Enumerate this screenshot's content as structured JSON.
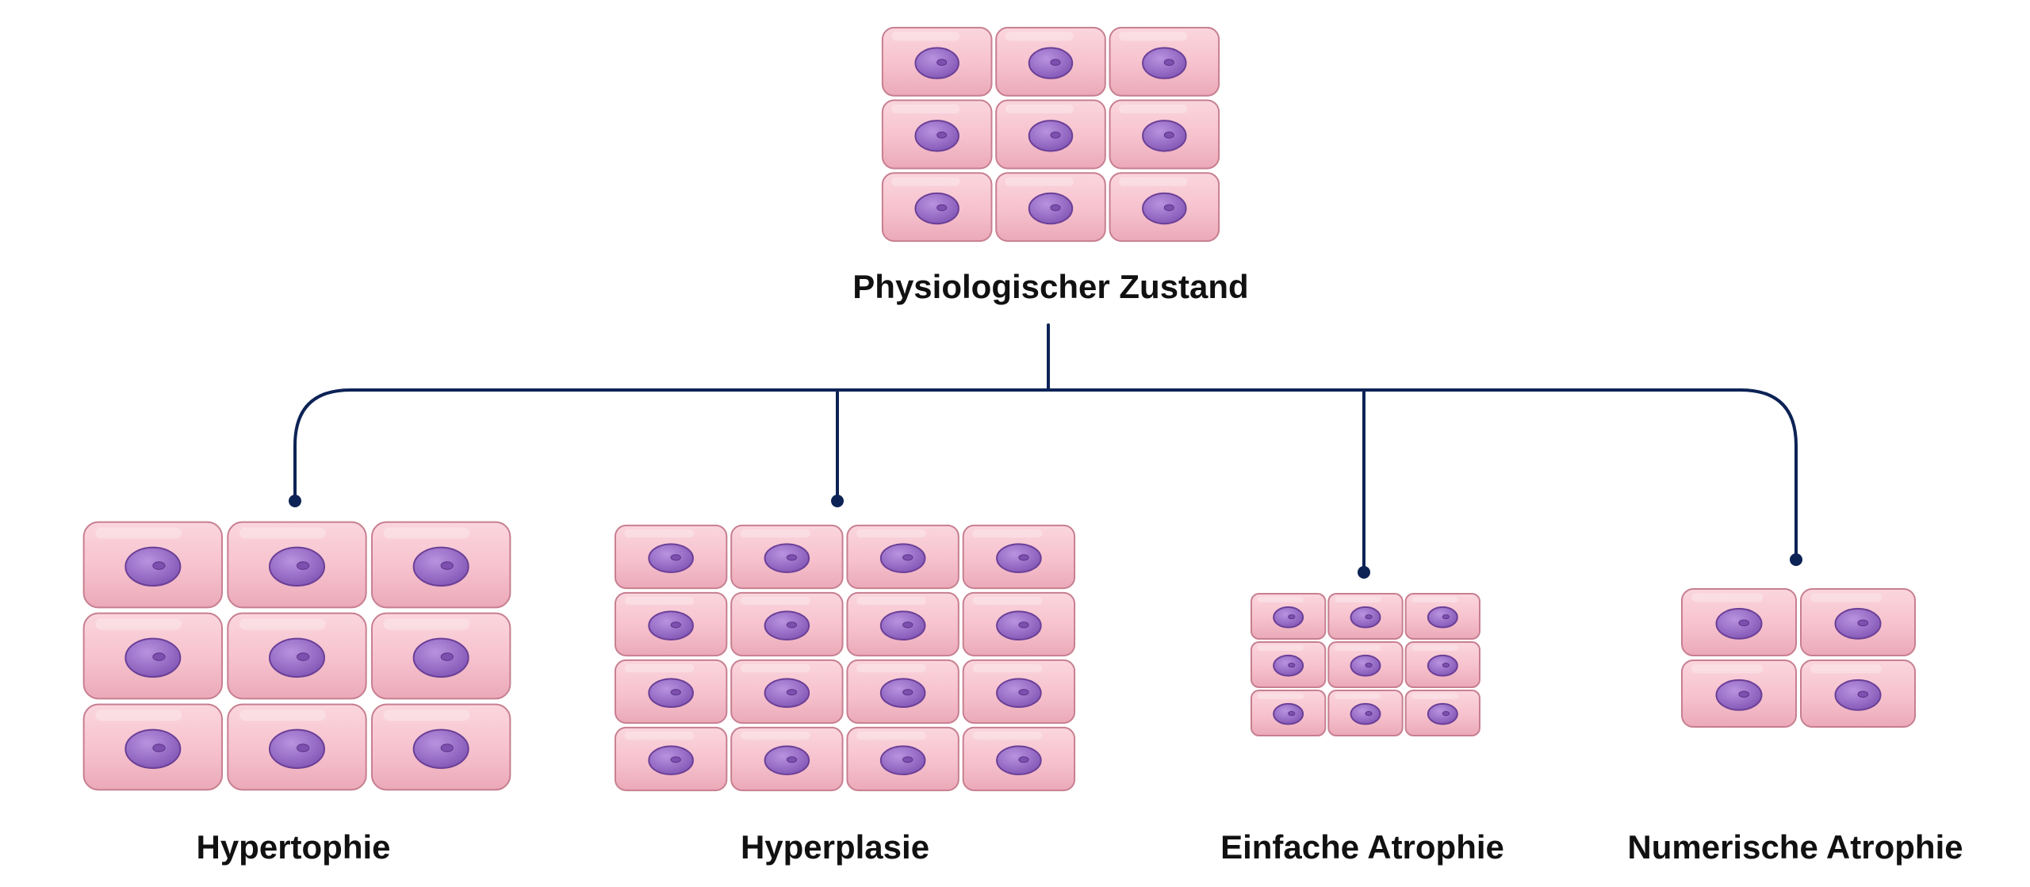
{
  "diagram": {
    "root": {
      "label": "Physiologischer Zustand",
      "grid": {
        "rows": 3,
        "cols": 3
      }
    },
    "children": [
      {
        "label": "Hypertophie",
        "grid": {
          "rows": 3,
          "cols": 3
        }
      },
      {
        "label": "Hyperplasie",
        "grid": {
          "rows": 4,
          "cols": 4
        }
      },
      {
        "label": "Einfache Atrophie",
        "grid": {
          "rows": 3,
          "cols": 3
        }
      },
      {
        "label": "Numerische Atrophie",
        "grid": {
          "rows": 2,
          "cols": 2
        }
      }
    ],
    "colors": {
      "connector": "#0d2356",
      "cell_fill": "#f6c1cd",
      "cell_edge": "#c77f90",
      "nucleus_fill": "#9a6bc7",
      "nucleus_edge": "#6b3f97",
      "label": "#111111"
    }
  }
}
